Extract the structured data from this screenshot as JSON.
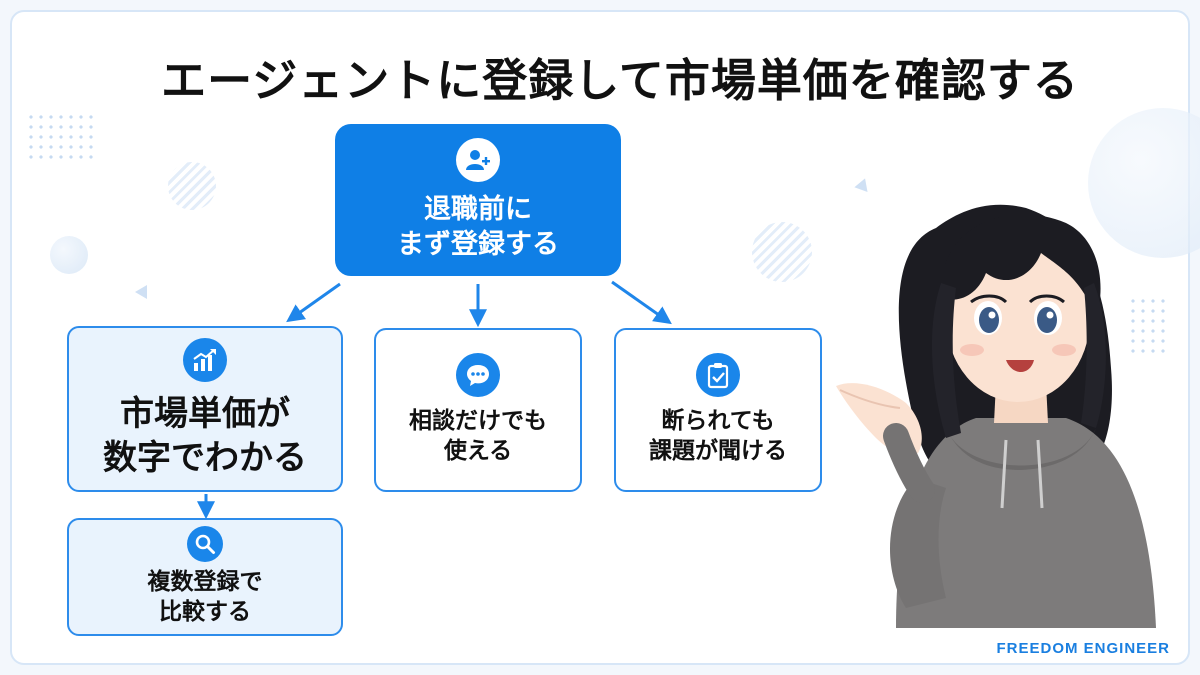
{
  "title": "エージェントに登録して市場単価を確認する",
  "brand": "FREEDOM ENGINEER",
  "colors": {
    "accent": "#0f7fe6",
    "border": "#2d8ceb",
    "tint": "#e9f3fd"
  },
  "nodes": {
    "root": {
      "icon": "user-add-icon",
      "line1": "退職前に",
      "line2": "まず登録する"
    },
    "market": {
      "icon": "chart-up-icon",
      "line1": "市場単価が",
      "line2": "数字でわかる"
    },
    "consult": {
      "icon": "chat-bubble-icon",
      "line1": "相談だけでも",
      "line2": "使える"
    },
    "feedback": {
      "icon": "clipboard-check-icon",
      "line1": "断られても",
      "line2": "課題が聞ける"
    },
    "compare": {
      "icon": "search-icon",
      "line1": "複数登録で",
      "line2": "比較する"
    }
  }
}
